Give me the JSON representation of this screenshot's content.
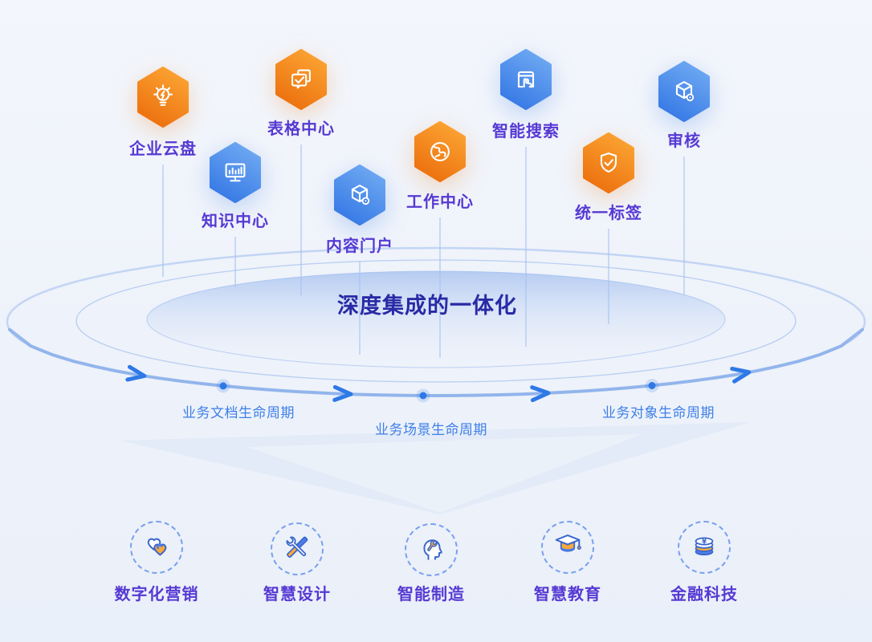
{
  "diagram": {
    "title": "深度集成的一体化"
  },
  "services": [
    {
      "label": "企业云盘",
      "color": "orange",
      "icon": "lightbulb-idea-icon"
    },
    {
      "label": "知识中心",
      "color": "blue",
      "icon": "monitor-chart-icon"
    },
    {
      "label": "表格中心",
      "color": "orange",
      "icon": "form-check-icon"
    },
    {
      "label": "内容门户",
      "color": "blue",
      "icon": "cube-gear-icon"
    },
    {
      "label": "工作中心",
      "color": "orange",
      "icon": "globe-icon"
    },
    {
      "label": "智能搜索",
      "color": "blue",
      "icon": "hand-click-icon"
    },
    {
      "label": "统一标签",
      "color": "orange",
      "icon": "shield-check-icon"
    },
    {
      "label": "审核",
      "color": "blue",
      "icon": "cube-gear-icon"
    }
  ],
  "timeline": [
    {
      "label": "业务文档生命周期"
    },
    {
      "label": "业务场景生命周期"
    },
    {
      "label": "业务对象生命周期"
    }
  ],
  "industries": [
    {
      "label": "数字化营销",
      "icon": "double-heart-icon"
    },
    {
      "label": "智慧设计",
      "icon": "design-tools-icon"
    },
    {
      "label": "智能制造",
      "icon": "head-wrench-icon"
    },
    {
      "label": "智慧教育",
      "icon": "graduation-cap-icon"
    },
    {
      "label": "金融科技",
      "icon": "coins-yuan-icon"
    }
  ],
  "colors": {
    "orange_start": "#FBA433",
    "orange_end": "#EC6F0D",
    "blue_start": "#6FA9F2",
    "blue_end": "#3578E5",
    "label_purple": "#5639D3",
    "title_indigo": "#2A2AA6",
    "timeline_blue": "#3E7FE8",
    "arc_blue": "#88AEEA",
    "ring_blue": "#BCD1F3",
    "arrow_blue": "#2E79E6"
  }
}
